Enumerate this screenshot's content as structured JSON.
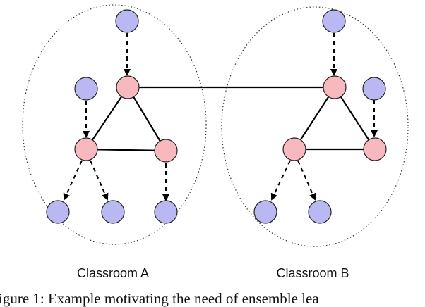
{
  "groups": [
    {
      "id": "A",
      "label": "Classroom A"
    },
    {
      "id": "B",
      "label": "Classroom B"
    }
  ],
  "caption": "igure 1: Example motivating the need of ensemble lea",
  "colors": {
    "core_node_fill": "#f7b8be",
    "core_node_stroke": "#222222",
    "peripheral_node_fill": "#b9b8f2",
    "peripheral_node_stroke": "#222222",
    "edge": "#000000",
    "group_boundary": "#333333"
  },
  "node_types": {
    "core": "pink-circle",
    "peripheral": "lavender-circle"
  },
  "edge_types": {
    "solid": "undirected-solid-line",
    "dashed": "directed-dashed-arrow"
  }
}
